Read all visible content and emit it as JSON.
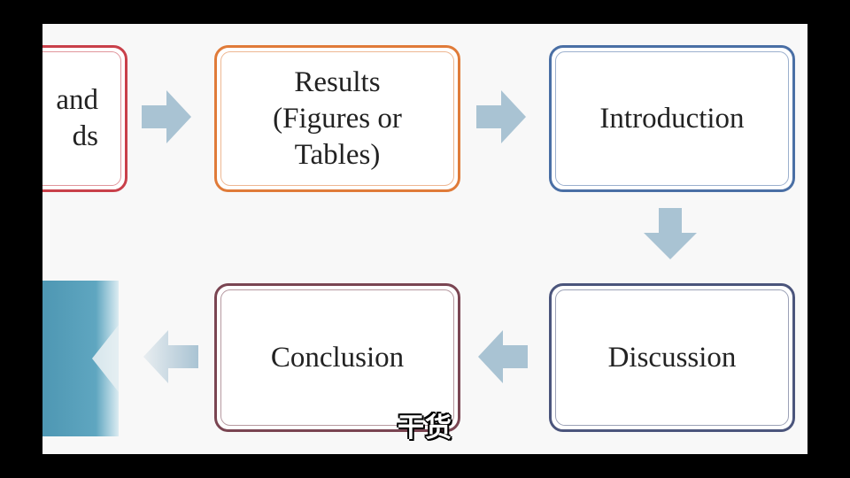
{
  "flowchart": {
    "boxes": {
      "methods": "and\nds",
      "results": "Results\n(Figures or\nTables)",
      "introduction": "Introduction",
      "discussion": "Discussion",
      "conclusion": "Conclusion"
    },
    "arrow_color": "#a9c3d3",
    "border_colors": {
      "methods": "#c9404a",
      "results": "#e07b39",
      "introduction": "#4a6fa5",
      "conclusion": "#7a4552",
      "discussion": "#4b557c"
    }
  },
  "subtitle": "干货"
}
